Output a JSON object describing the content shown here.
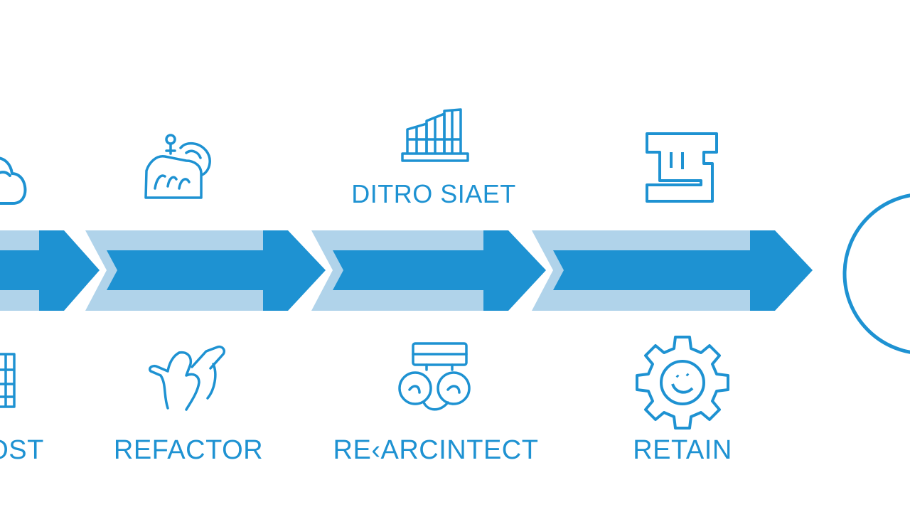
{
  "diagram": {
    "accent_color": "#1e92d2",
    "light_color": "#b0d3ea",
    "top_labels": [
      {
        "id": "top-3",
        "text": "DITRO SIAET"
      }
    ],
    "bottom_labels": [
      {
        "id": "bottom-1",
        "text": "OST"
      },
      {
        "id": "bottom-2",
        "text": "REFACTOR"
      },
      {
        "id": "bottom-3",
        "text": "RE‹ARCINTECT"
      },
      {
        "id": "bottom-4",
        "text": "RETAIN"
      }
    ],
    "icons": {
      "top": [
        "cloud-icon",
        "handshake-icon",
        "building-chart-icon",
        "bracket-shape-icon"
      ],
      "bottom": [
        "document-grid-icon",
        "hand-gesture-icon",
        "server-people-icon",
        "gear-icon"
      ],
      "end": "circle-icon"
    }
  }
}
